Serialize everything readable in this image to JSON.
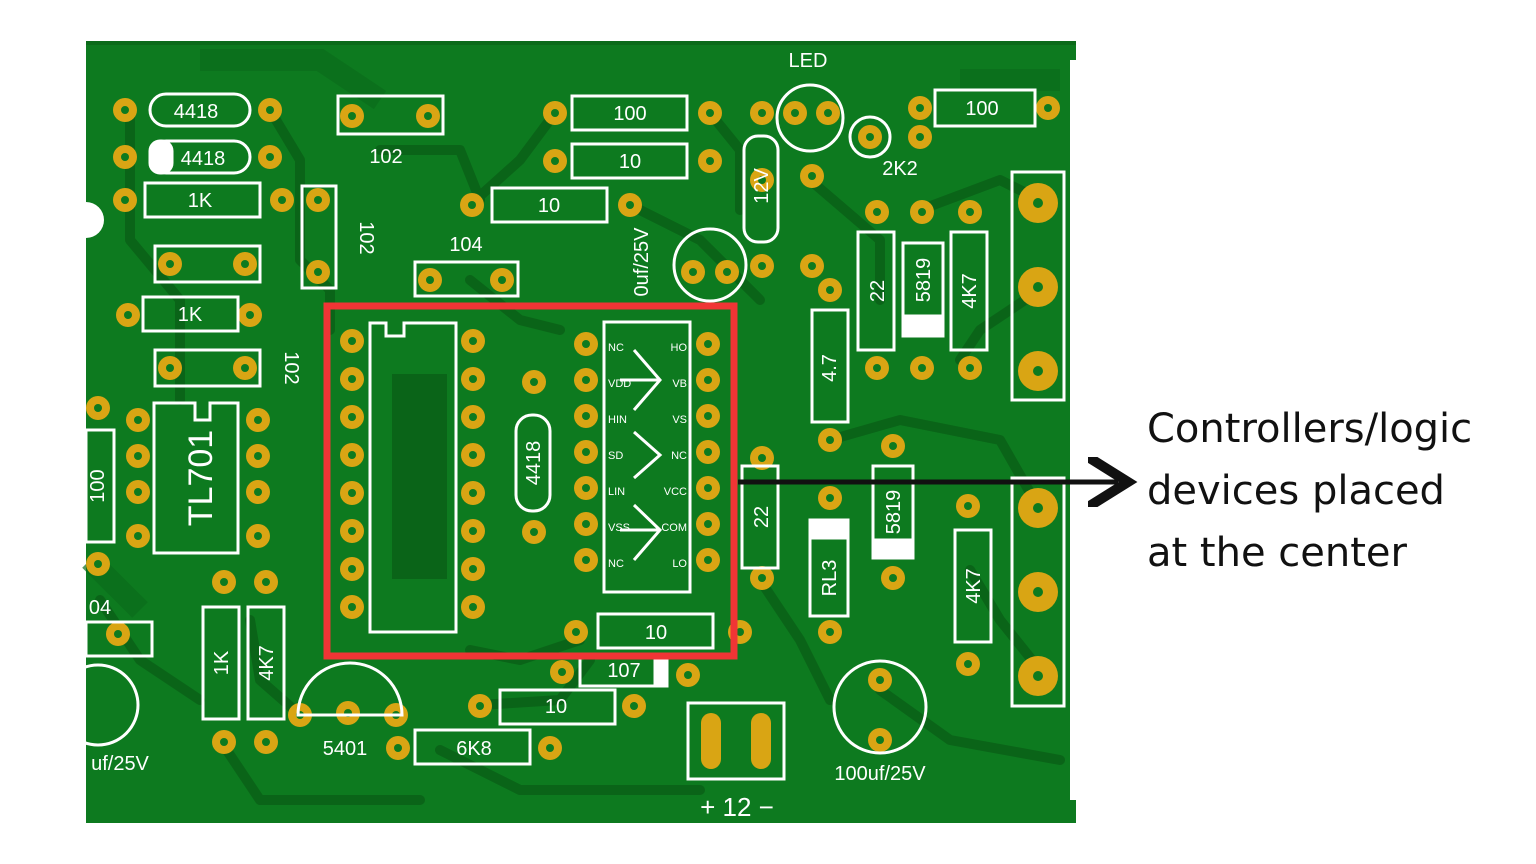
{
  "diagram": {
    "callout_lines": [
      "Controllers/logic",
      "devices placed",
      "at the center"
    ],
    "labels": {
      "r4418_top": "4418",
      "r4418_second": "4418",
      "r1k_a": "1K",
      "r1k_b": "1K",
      "r1k_c": "1K",
      "c102_a": "102",
      "c102_b": "102",
      "c102_c": "102",
      "c104_a": "104",
      "c104_b": "04",
      "r100_a": "100",
      "r100_b": "100",
      "r100_c": "100",
      "r10_a": "10",
      "r10_b": "10",
      "r10_c": "10",
      "r10_d": "10",
      "zener_12v": "12V",
      "cap_25v": "0uf/25V",
      "led": "LED",
      "r2k2": "2K2",
      "r22_a": "22",
      "r22_b": "22",
      "d5819_a": "5819",
      "d5819_b": "5819",
      "r4k7_a": "4K7",
      "r4k7_b": "4K7",
      "r4k7_c": "4K7",
      "r4_7": "4.7",
      "d4418_center": "4418",
      "ic_tl701": "TL701",
      "rl3": "RL3",
      "c107": "107",
      "r6k8": "6K8",
      "q5401": "5401",
      "cap_100uf": "100uf/25V",
      "cap_left": "uf/25V",
      "power_label": "+ 12 −"
    },
    "driver_pins_left": [
      "NC",
      "VDD",
      "HIN",
      "SD",
      "LIN",
      "VSS",
      "NC"
    ],
    "driver_pins_right": [
      "HO",
      "VB",
      "VS",
      "NC",
      "VCC",
      "COM",
      "LO"
    ],
    "colors": {
      "board": "#0d7a1f",
      "pads": "#d9a514",
      "silkscreen": "#ffffff",
      "highlight_box": "#f03535",
      "arrow": "#111111"
    }
  }
}
